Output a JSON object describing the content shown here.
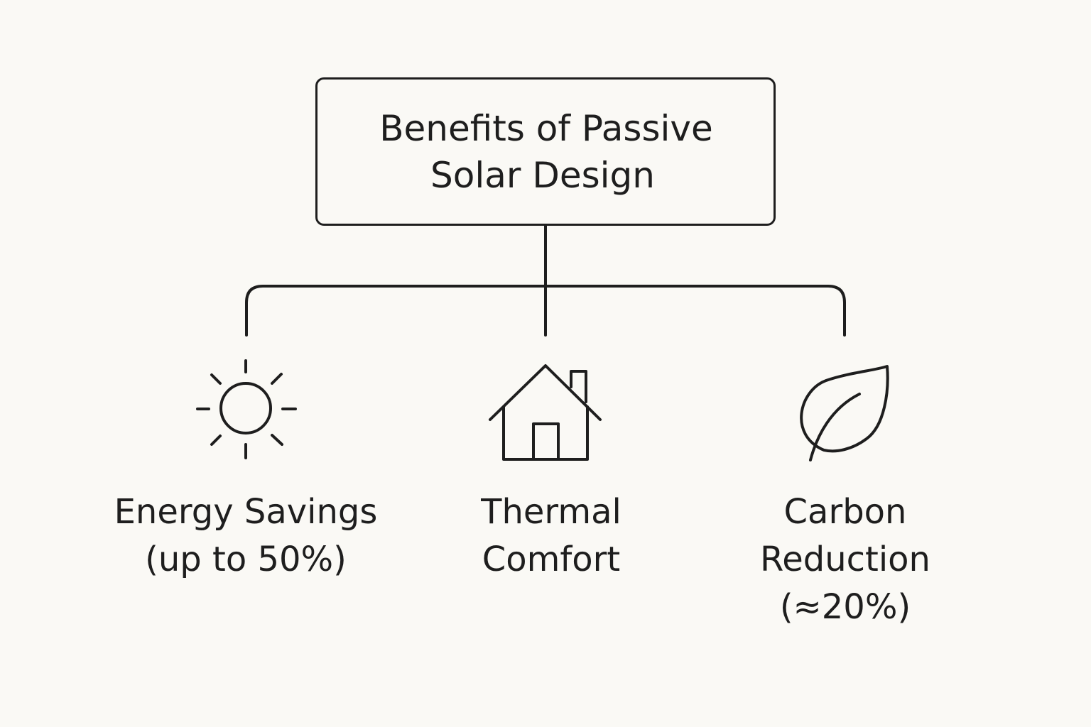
{
  "title": {
    "line1": "Benefits of Passive",
    "line2": "Solar Design"
  },
  "benefits": [
    {
      "icon": "sun-icon",
      "lines": [
        "Energy Savings",
        "(up to 50%)"
      ]
    },
    {
      "icon": "house-icon",
      "lines": [
        "Thermal",
        "Comfort"
      ]
    },
    {
      "icon": "leaf-icon",
      "lines": [
        "Carbon",
        "Reduction",
        "(≈20%)"
      ]
    }
  ],
  "colors": {
    "background": "#faf9f5",
    "stroke": "#1e1e1e"
  }
}
